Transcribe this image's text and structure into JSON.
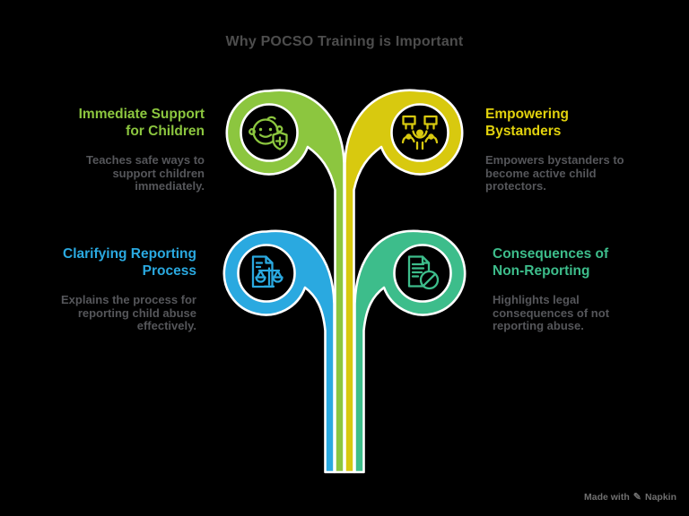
{
  "colors": {
    "background": "#000000",
    "outline-white": "#FFFFFF",
    "green": "#8CC63F",
    "yellow": "#D8C90F",
    "yellow-heading": "#E2D20D",
    "blue": "#2AA9E0",
    "emerald": "#3DBD8B",
    "title-gray": "#4D4D4D",
    "body-gray": "#55565A",
    "footer-gray": "#6F6F6F"
  },
  "header": {
    "title": "Why POCSO Training is Important"
  },
  "branches": [
    {
      "name": "immediate-support-for-children",
      "heading_line1": "Immediate Support",
      "heading_line2": "for Children",
      "description": "Teaches safe ways to support children immediately.",
      "color": "#8CC63F",
      "icon": "child-shield-icon"
    },
    {
      "name": "empowering-bystanders",
      "heading_line1": "Empowering",
      "heading_line2": "Bystanders",
      "description": "Empowers bystanders to become active child protectors.",
      "color": "#D8C90F",
      "icon": "bystanders-group-icon"
    },
    {
      "name": "clarifying-reporting-process",
      "heading_line1": "Clarifying Reporting",
      "heading_line2": "Process",
      "description": "Explains the process for reporting child abuse effectively.",
      "color": "#2AA9E0",
      "icon": "document-scales-icon"
    },
    {
      "name": "consequences-of-non-reporting",
      "heading_line1": "Consequences of",
      "heading_line2": "Non-Reporting",
      "description": "Highlights legal consequences of not reporting abuse.",
      "color": "#3DBD8B",
      "icon": "document-prohibited-icon"
    }
  ],
  "footer": {
    "made_with": "Made with",
    "brand": "Napkin",
    "icon": "pen-icon"
  }
}
